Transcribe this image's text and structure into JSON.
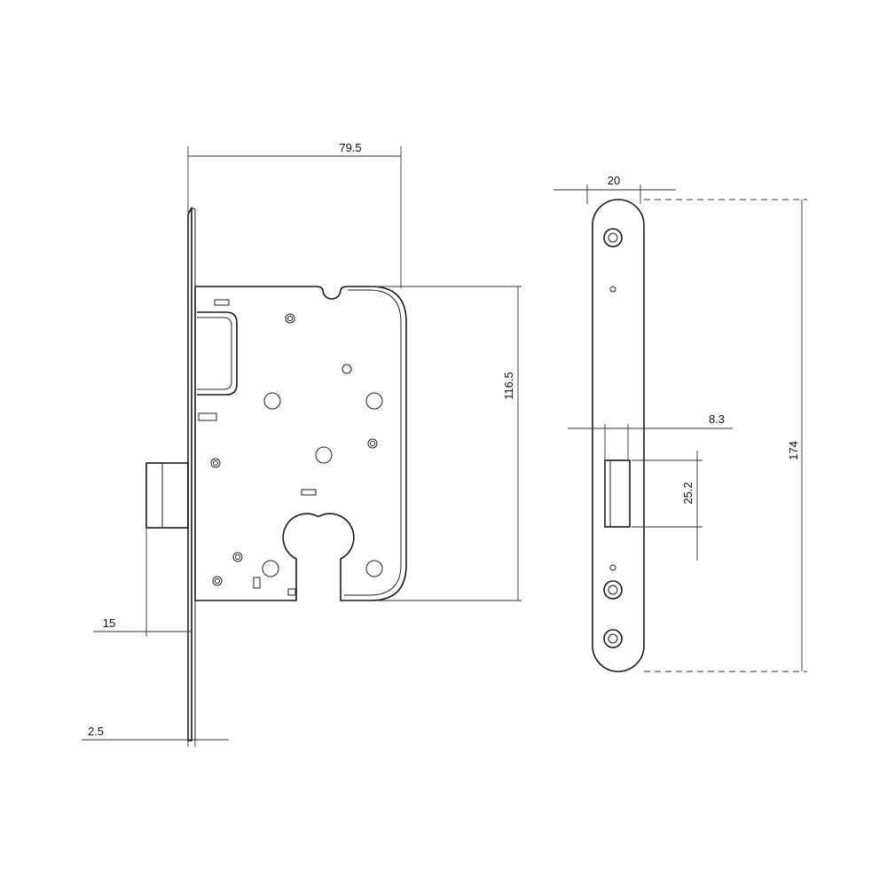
{
  "dimensions": {
    "lock_width": "79.5",
    "case_height": "116.5",
    "backset_offset": "15",
    "faceplate_thickness": "2.5",
    "strike_width": "20",
    "strike_height": "174",
    "latch_opening_width": "8.3",
    "latch_opening_height": "25.2"
  }
}
